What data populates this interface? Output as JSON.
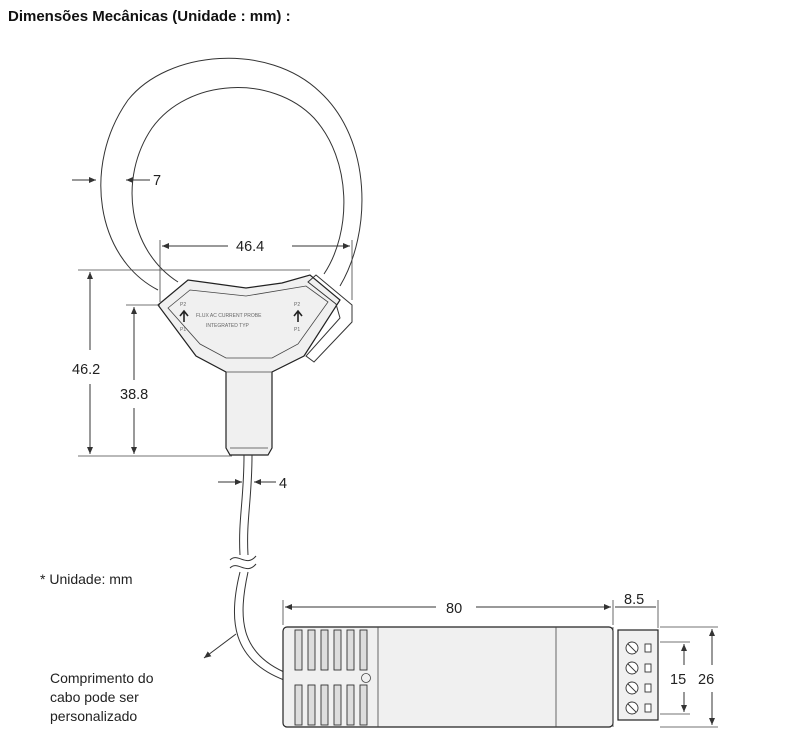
{
  "title": "Dimensões Mecânicas (Unidade : mm) :",
  "dimensions": {
    "loop_thickness": "7",
    "jaw_width": "46.4",
    "head_height_total": "46.2",
    "head_height_inner": "38.8",
    "cable_diameter": "4",
    "box_length": "80",
    "terminal_length": "8.5",
    "terminal_height": "15",
    "box_height": "26"
  },
  "label": {
    "arrow_text_1": "FLUX AC CURRENT PROBE",
    "arrow_text_2": "INTEGRATED TYP",
    "p1": "P1",
    "p2": "P2"
  },
  "notes": {
    "unit_note": "* Unidade: mm",
    "cable_note": [
      "Comprimento do",
      "cabo pode ser",
      "personalizado"
    ]
  },
  "colors": {
    "line": "#333333",
    "fill": "#f0f0f0",
    "text": "#222222"
  }
}
